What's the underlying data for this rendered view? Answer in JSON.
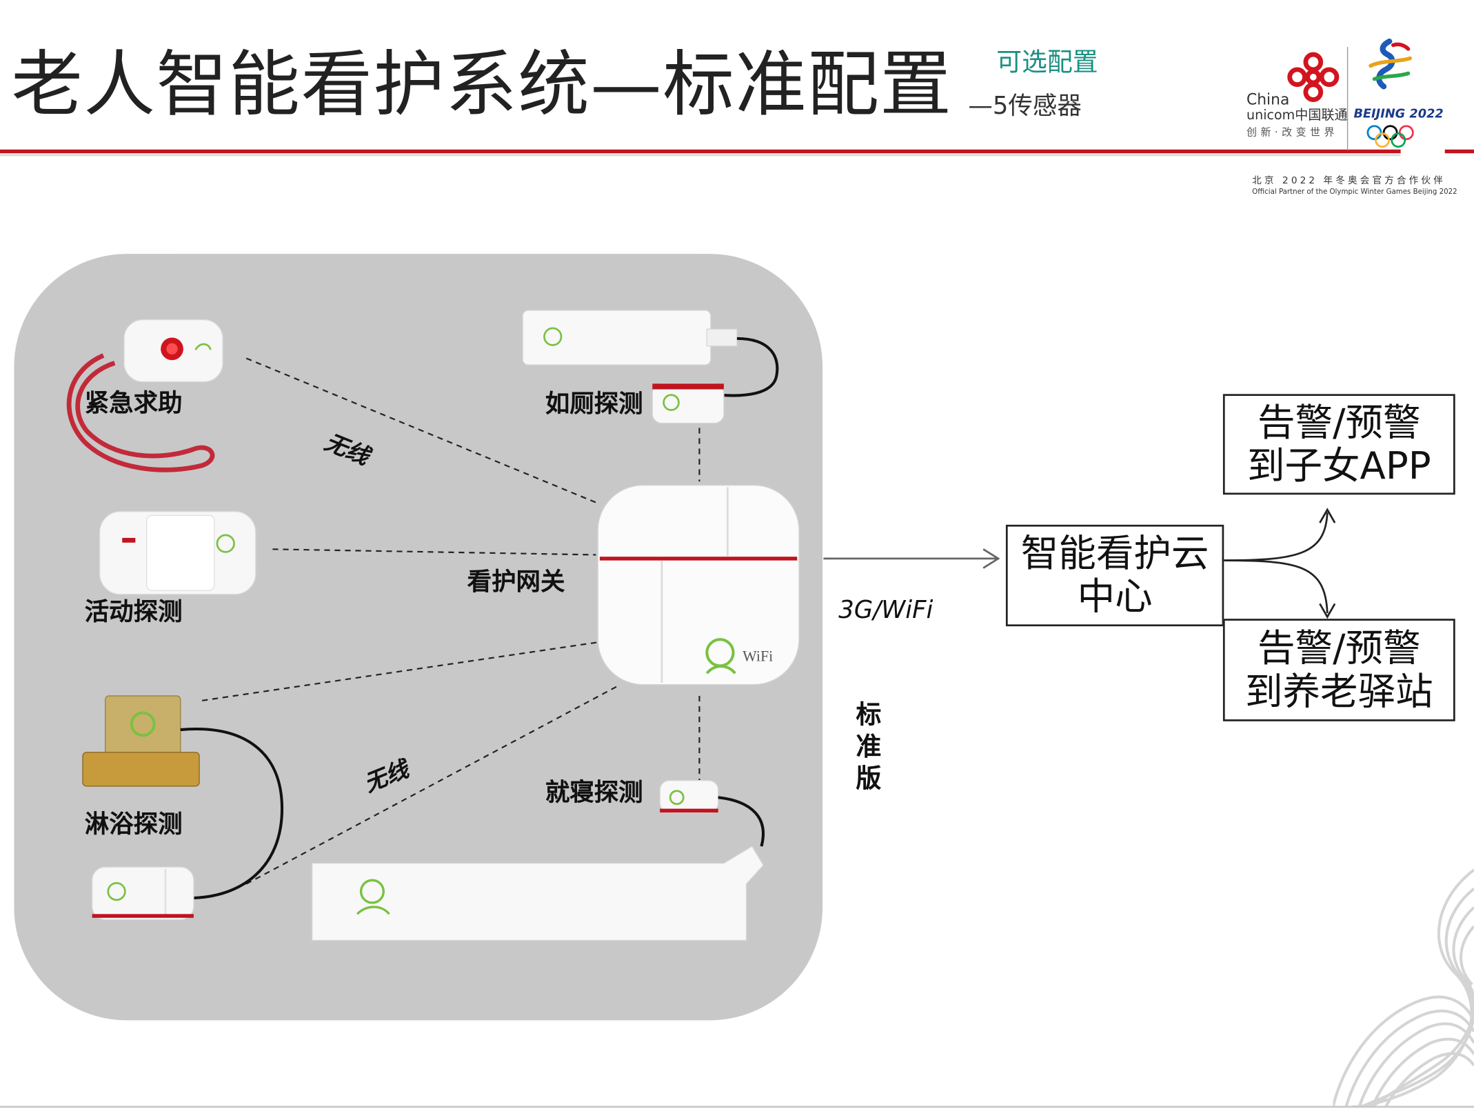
{
  "header": {
    "title": "老人智能看护系统—标准配置",
    "optional_label": "可选配置",
    "sensor_count_label": "—5传感器"
  },
  "logo": {
    "brand_en_1": "China",
    "brand_en_2": "unicom中国联通",
    "slogan": "创新·改变世界",
    "games": "BEIJING 2022",
    "partner_cn": "北京 2022 年冬奥会官方合作伙伴",
    "partner_en": "Official Partner of the Olympic Winter Games Beijing 2022"
  },
  "diagram": {
    "devices": {
      "emergency": "紧急求助",
      "toilet": "如厕探测",
      "motion": "活动探测",
      "gateway": "看护网关",
      "shower": "淋浴探测",
      "bed": "就寝探测",
      "gateway_badge": "WiFi"
    },
    "links": {
      "wireless_top": "无线",
      "wireless_bottom": "无线",
      "uplink": "3G/WiFi",
      "edition": "标准版"
    },
    "cloud": {
      "line1": "智能看护云",
      "line2": "中心"
    },
    "alert_app": {
      "line1": "告警/预警",
      "line2": "到子女APP"
    },
    "alert_station": {
      "line1": "告警/预警",
      "line2": "到养老驿站"
    }
  },
  "colors": {
    "accent_red": "#c0141e",
    "teal": "#1a8f82",
    "panel_gray": "#c8c8c8",
    "device_green": "#7ac143"
  }
}
